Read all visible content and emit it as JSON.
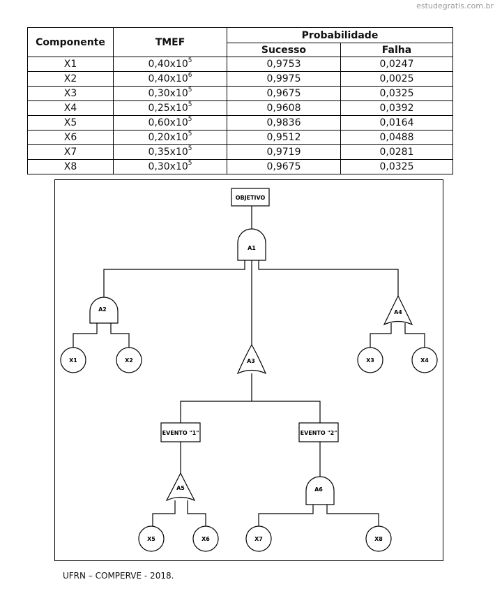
{
  "watermark": "estudegratis.com.br",
  "table": {
    "header": {
      "componente": "Componente",
      "tmef": "TMEF",
      "probabilidade": "Probabilidade",
      "sucesso": "Sucesso",
      "falha": "Falha"
    },
    "rows": [
      {
        "componente": "X1",
        "tmef_base": "0,40x10",
        "tmef_exp": "5",
        "sucesso": "0,9753",
        "falha": "0,0247"
      },
      {
        "componente": "X2",
        "tmef_base": "0,40x10",
        "tmef_exp": "6",
        "sucesso": "0,9975",
        "falha": "0,0025"
      },
      {
        "componente": "X3",
        "tmef_base": "0,30x10",
        "tmef_exp": "5",
        "sucesso": "0,9675",
        "falha": "0,0325"
      },
      {
        "componente": "X4",
        "tmef_base": "0,25x10",
        "tmef_exp": "5",
        "sucesso": "0,9608",
        "falha": "0,0392"
      },
      {
        "componente": "X5",
        "tmef_base": "0,60x10",
        "tmef_exp": "5",
        "sucesso": "0,9836",
        "falha": "0,0164"
      },
      {
        "componente": "X6",
        "tmef_base": "0,20x10",
        "tmef_exp": "5",
        "sucesso": "0,9512",
        "falha": "0,0488"
      },
      {
        "componente": "X7",
        "tmef_base": "0,35x10",
        "tmef_exp": "5",
        "sucesso": "0,9719",
        "falha": "0,0281"
      },
      {
        "componente": "X8",
        "tmef_base": "0,30x10",
        "tmef_exp": "5",
        "sucesso": "0,9675",
        "falha": "0,0325"
      }
    ]
  },
  "diagram": {
    "objetivo": "OBJETIVO",
    "gates": {
      "a1": "A1",
      "a2": "A2",
      "a3": "A3",
      "a4": "A4",
      "a5": "A5",
      "a6": "A6"
    },
    "events": {
      "e1": "EVENTO \"1\"",
      "e2": "EVENTO \"2\""
    },
    "basics": {
      "x1": "X1",
      "x2": "X2",
      "x3": "X3",
      "x4": "X4",
      "x5": "X5",
      "x6": "X6",
      "x7": "X7",
      "x8": "X8"
    }
  },
  "source": "UFRN – COMPERVE - 2018."
}
